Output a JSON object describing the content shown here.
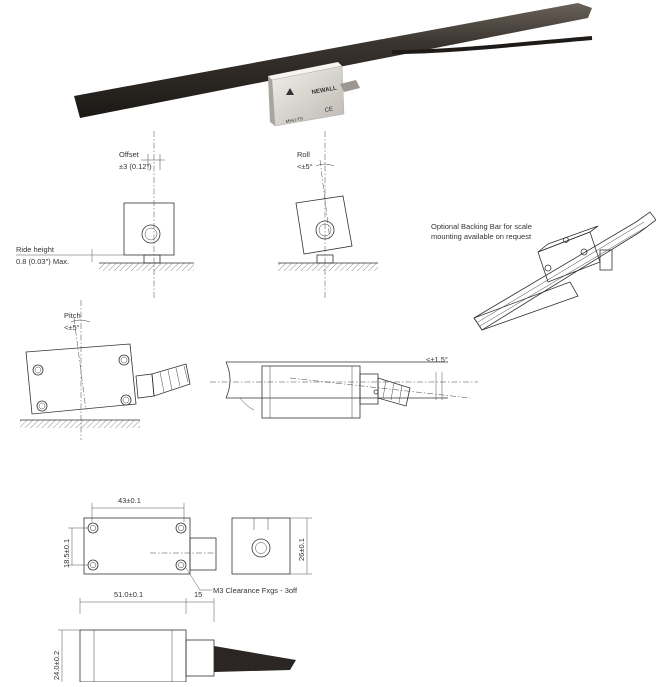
{
  "product": {
    "brand": "NEWALL",
    "model": "MHU-TS",
    "mark": "CE"
  },
  "tolerances": {
    "offset_label": "Offset",
    "offset_value": "±3 (0.12\")",
    "roll_label": "Roll",
    "roll_value": "<±5°",
    "ride_height_label": "Ride height",
    "ride_height_value": "0.8 (0.03\") Max.",
    "pitch_label": "Pitch",
    "pitch_value": "<±5°",
    "yaw_value": "<±1.5°"
  },
  "backing_bar": {
    "line1": "Optional Backing Bar for scale",
    "line2": "mounting available on request"
  },
  "dimensions": {
    "hole_spacing": "43±0.1",
    "hole_height": "18.5±0.1",
    "side_height": "26±0.1",
    "clearance_note": "M3 Clearance Fxgs - 3off",
    "body_length": "51.0±0.1",
    "cable_gland": "15",
    "body_height": "24.0±0.2"
  },
  "colors": {
    "line": "#333333",
    "scale_bar": "#2a2521",
    "reader_body": "#d9d6cf"
  }
}
